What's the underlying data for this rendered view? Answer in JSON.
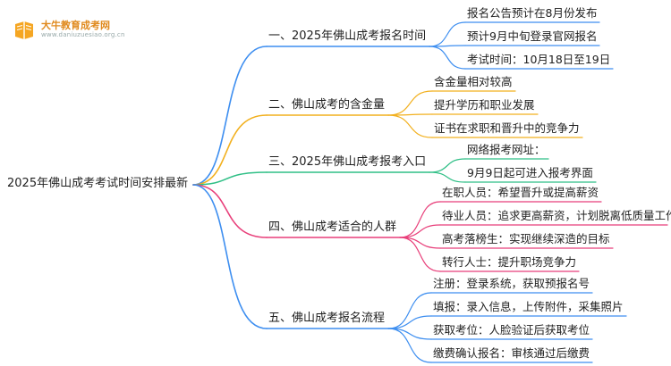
{
  "logo": {
    "name": "大牛教育成考网",
    "url": "www.daniuzuesiao.org.cn"
  },
  "root": {
    "label": "2025年佛山成考考试时间安排最新"
  },
  "branches": [
    {
      "label": "一、2025年佛山成考报名时间",
      "color": "#3d8ef0",
      "leaves": [
        "报名公告预计在8月份发布",
        "预计9月中旬登录官网报名",
        "考试时间：10月18日至19日"
      ]
    },
    {
      "label": "二、佛山成考的含金量",
      "color": "#f2b01e",
      "leaves": [
        "含金量相对较高",
        "提升学历和职业发展",
        "证书在求职和晋升中的竞争力"
      ]
    },
    {
      "label": "三、2025年佛山成考报考入口",
      "color": "#2fbf86",
      "leaves": [
        "网络报考网址：",
        "9月9日起可进入报考界面"
      ]
    },
    {
      "label": "四、佛山成考适合的人群",
      "color": "#e83f7a",
      "leaves": [
        "在职人员：希望晋升或提高薪资",
        "待业人员：追求更高薪资，计划脱离低质量工作",
        "高考落榜生：实现继续深造的目标",
        "转行人士：提升职场竞争力"
      ]
    },
    {
      "label": "五、佛山成考报名流程",
      "color": "#3d8ef0",
      "leaves": [
        "注册：登录系统，获取预报名号",
        "填报：录入信息，上传附件，采集照片",
        "获取考位：人脸验证后获取考位",
        "缴费确认报名：审核通过后缴费"
      ]
    }
  ]
}
